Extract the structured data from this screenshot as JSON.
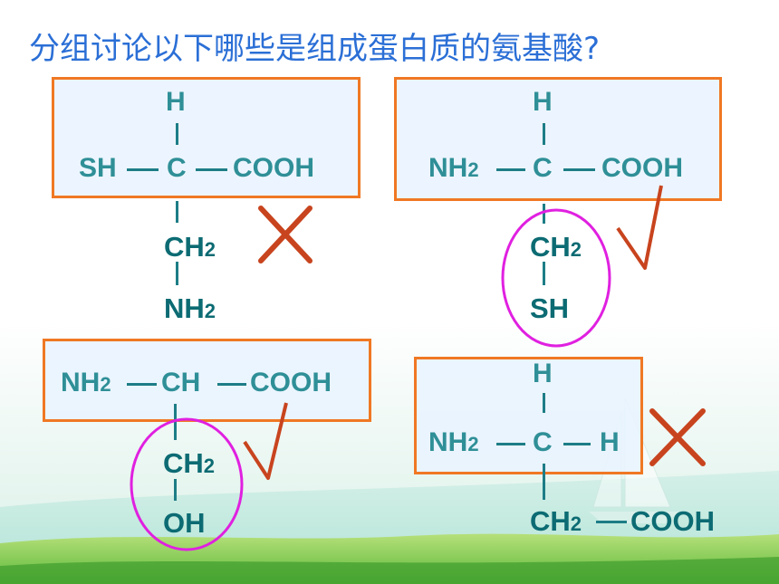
{
  "title": "分组讨论以下哪些是组成蛋白质的氨基酸?",
  "colors": {
    "title": "#2b6fd6",
    "box_border": "#f07824",
    "formula": "#2f8f97",
    "mark": "#c8441e",
    "circle": "#e020e0"
  },
  "structures": [
    {
      "top": "H",
      "left": "SH",
      "center": "C",
      "right": "COOH",
      "chain1": "CH",
      "chain1_sub": "2",
      "chain2": "NH",
      "chain2_sub": "2",
      "verdict": "wrong"
    },
    {
      "top": "H",
      "left": "NH",
      "left_sub": "2",
      "center": "C",
      "right": "COOH",
      "chain1": "CH",
      "chain1_sub": "2",
      "chain2": "SH",
      "verdict": "correct"
    },
    {
      "left": "NH",
      "left_sub": "2",
      "center": "CH",
      "right": "COOH",
      "chain1": "CH",
      "chain1_sub": "2",
      "chain2": "OH",
      "verdict": "correct"
    },
    {
      "top": "H",
      "left": "NH",
      "left_sub": "2",
      "center": "C",
      "right": "H",
      "chain1": "CH",
      "chain1_sub": "2",
      "chain1_right": "COOH",
      "verdict": "wrong"
    }
  ]
}
